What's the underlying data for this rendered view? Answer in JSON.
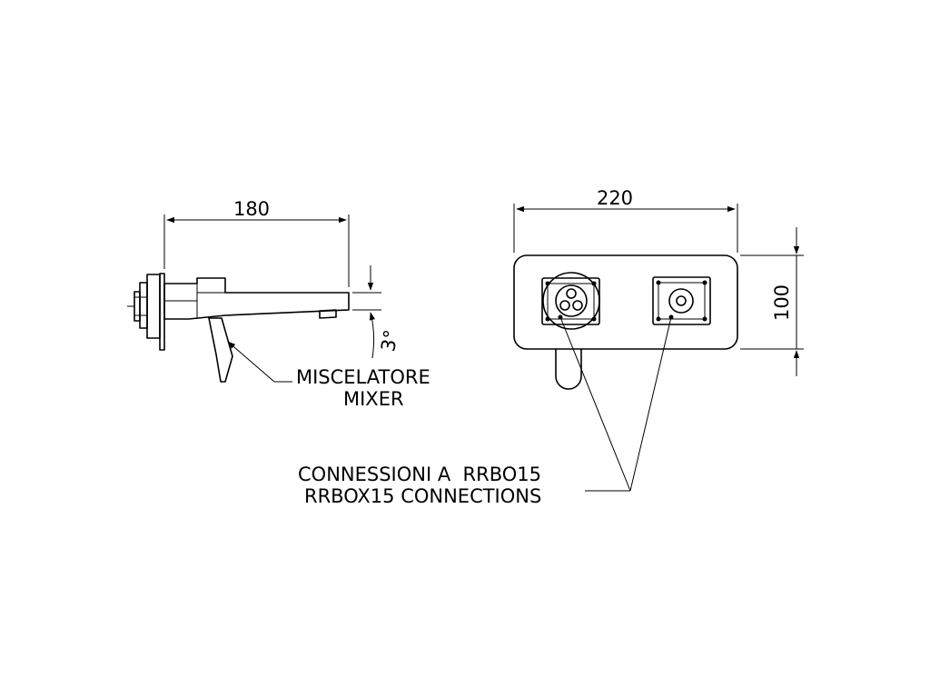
{
  "dimensions": {
    "side_width": "180",
    "front_width": "220",
    "front_height": "100",
    "spout_angle": "3°"
  },
  "labels": {
    "mixer_it": "MISCELATORE",
    "mixer_en": "MIXER",
    "connections_it": "CONNESSIONI A  RRBO15",
    "connections_en": "RRBOX15 CONNECTIONS"
  }
}
